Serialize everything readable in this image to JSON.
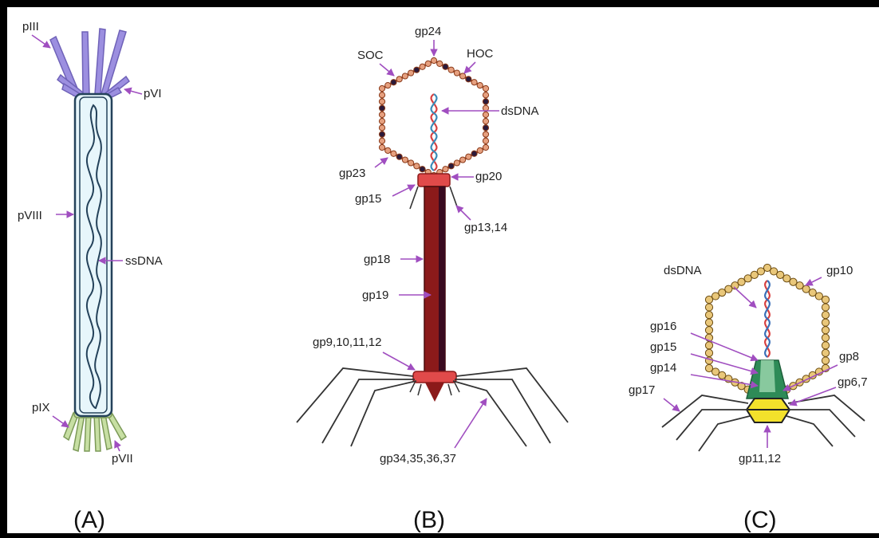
{
  "panels": {
    "a": {
      "caption": "(A)",
      "labels": {
        "piii": "pIII",
        "pvi": "pVI",
        "pviii": "pVIII",
        "ssdna": "ssDNA",
        "pix": "pIX",
        "pvii": "pVII"
      }
    },
    "b": {
      "caption": "(B)",
      "labels": {
        "gp24": "gp24",
        "soc": "SOC",
        "hoc": "HOC",
        "dsdna": "dsDNA",
        "gp23": "gp23",
        "gp20": "gp20",
        "gp15": "gp15",
        "gp13_14": "gp13,14",
        "gp18": "gp18",
        "gp19": "gp19",
        "gp9_12": "gp9,10,11,12",
        "gp34_37": "gp34,35,36,37"
      }
    },
    "c": {
      "caption": "(C)",
      "labels": {
        "dsdna": "dsDNA",
        "gp10": "gp10",
        "gp16": "gp16",
        "gp15": "gp15",
        "gp14": "gp14",
        "gp8": "gp8",
        "gp17": "gp17",
        "gp6_7": "gp6,7",
        "gp11_12": "gp11,12"
      }
    }
  },
  "colors": {
    "arrow": "#a04ec0",
    "filament_tip": "#9c8fe0",
    "filament_base": "#c7dfa3",
    "filament_body": "#e7f6fb",
    "t4_tail": "#8b1a1a",
    "t4_collar": "#e04a4a",
    "t4_bead": "#e6a07f",
    "t4_bead_dark": "#2b1a3a",
    "t7_bead": "#e9c77a",
    "t7_gp8": "#2e8b57",
    "t7_tail": "#f3e12b"
  }
}
